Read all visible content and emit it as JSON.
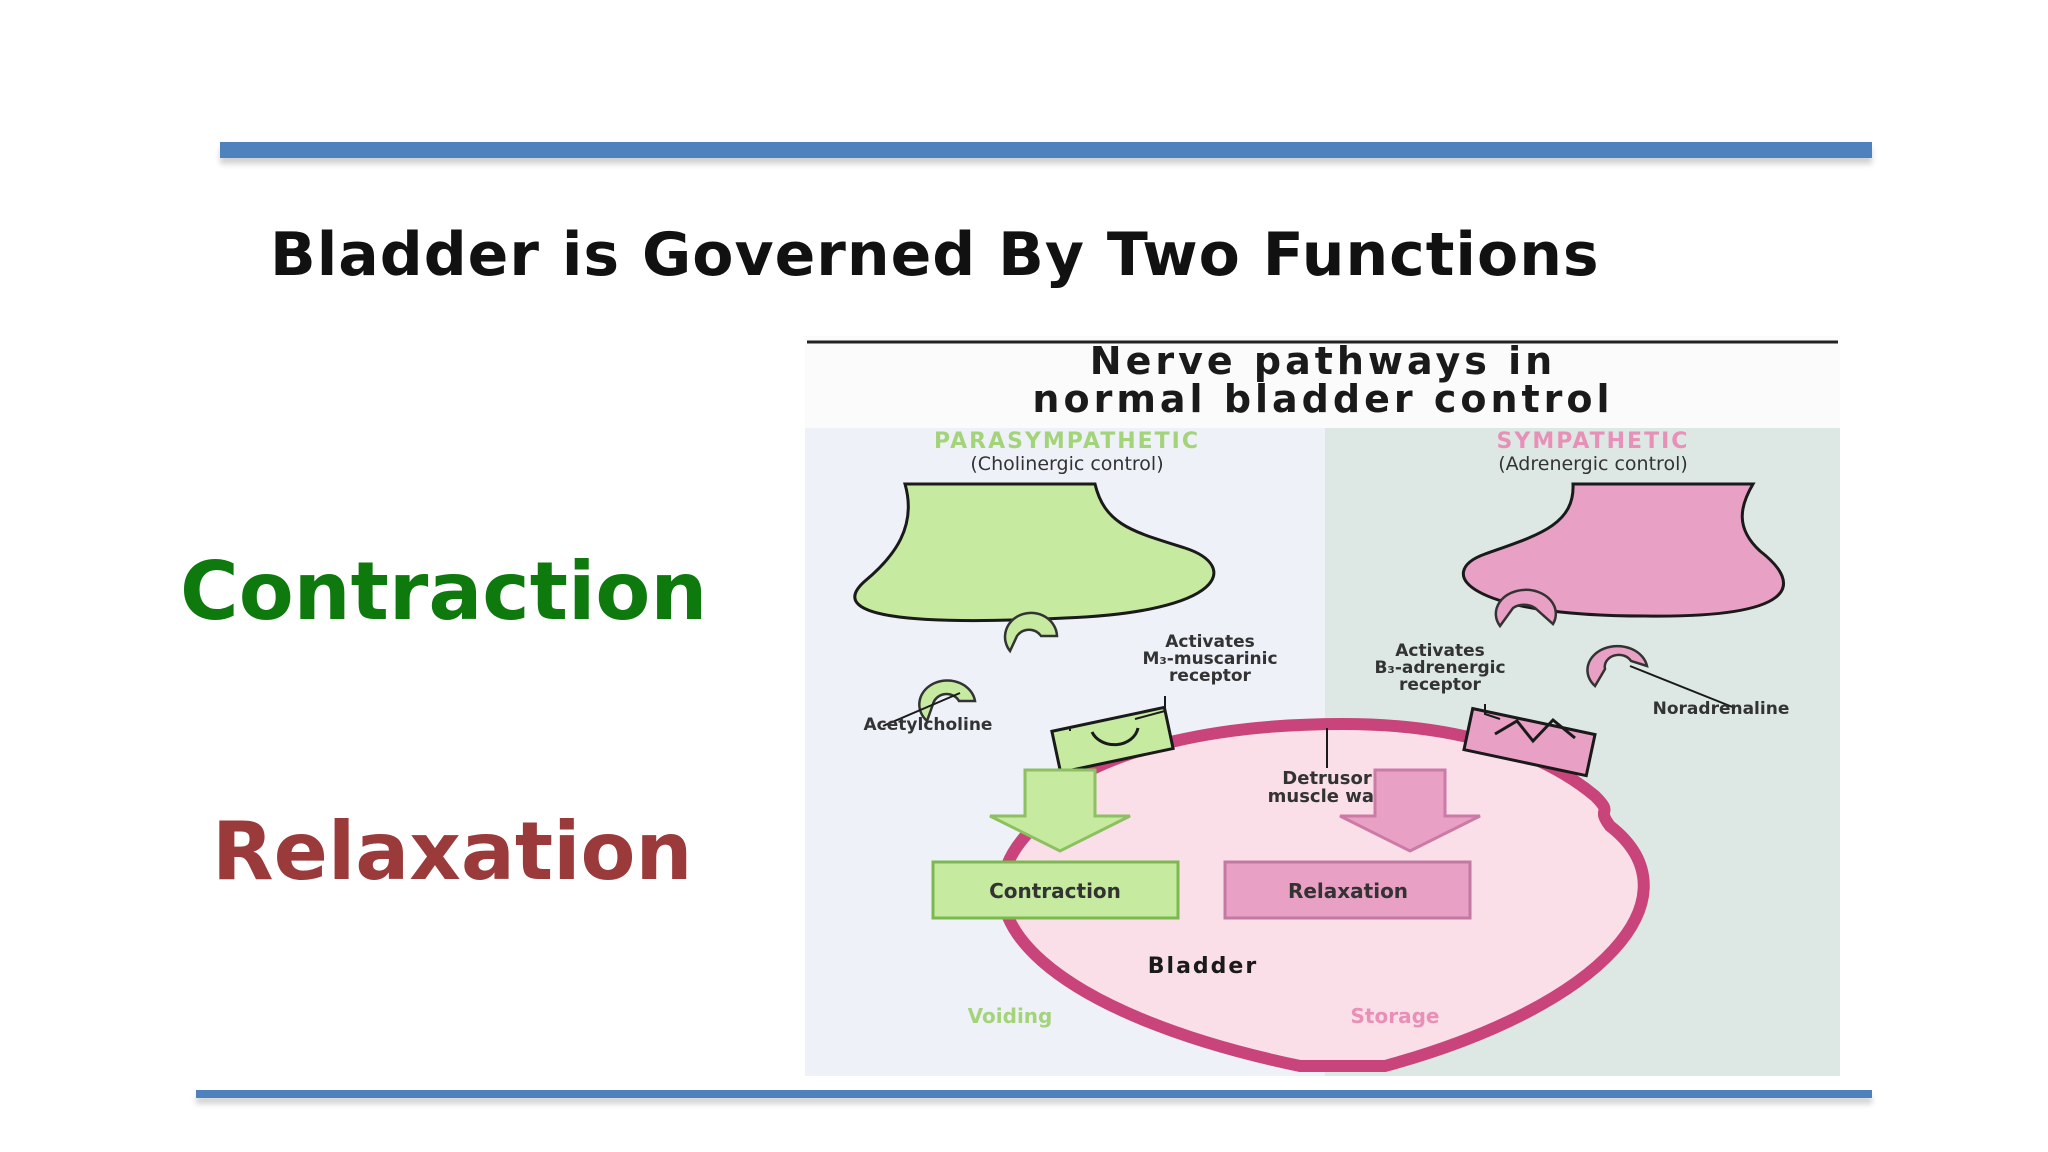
{
  "slide": {
    "title": "Bladder is Governed By Two Functions",
    "left_labels": {
      "contraction": "Contraction",
      "relaxation": "Relaxation"
    },
    "colors": {
      "accent_rule": "#4f81bd",
      "contraction": "#0e7a0e",
      "relaxation": "#9b3a3a"
    }
  },
  "figure": {
    "title_line1": "Nerve pathways in",
    "title_line2": "normal bladder control",
    "parasympathetic": {
      "heading": "PARASYMPATHETIC",
      "subheading": "(Cholinergic control)",
      "receptor_note_line1": "Activates",
      "receptor_note_line2": "M₃-muscarinic",
      "receptor_note_line3": "receptor",
      "transmitter": "Acetylcholine",
      "effect": "Contraction",
      "phase": "Voiding",
      "color": "#c6eaa0"
    },
    "sympathetic": {
      "heading": "SYMPATHETIC",
      "subheading": "(Adrenergic control)",
      "receptor_note_line1": "Activates",
      "receptor_note_line2": "B₃-adrenergic",
      "receptor_note_line3": "receptor",
      "transmitter": "Noradrenaline",
      "effect": "Relaxation",
      "phase": "Storage",
      "color": "#e8a0c4"
    },
    "wall_label_line1": "Detrusor",
    "wall_label_line2": "muscle wall",
    "organ_label": "Bladder"
  }
}
